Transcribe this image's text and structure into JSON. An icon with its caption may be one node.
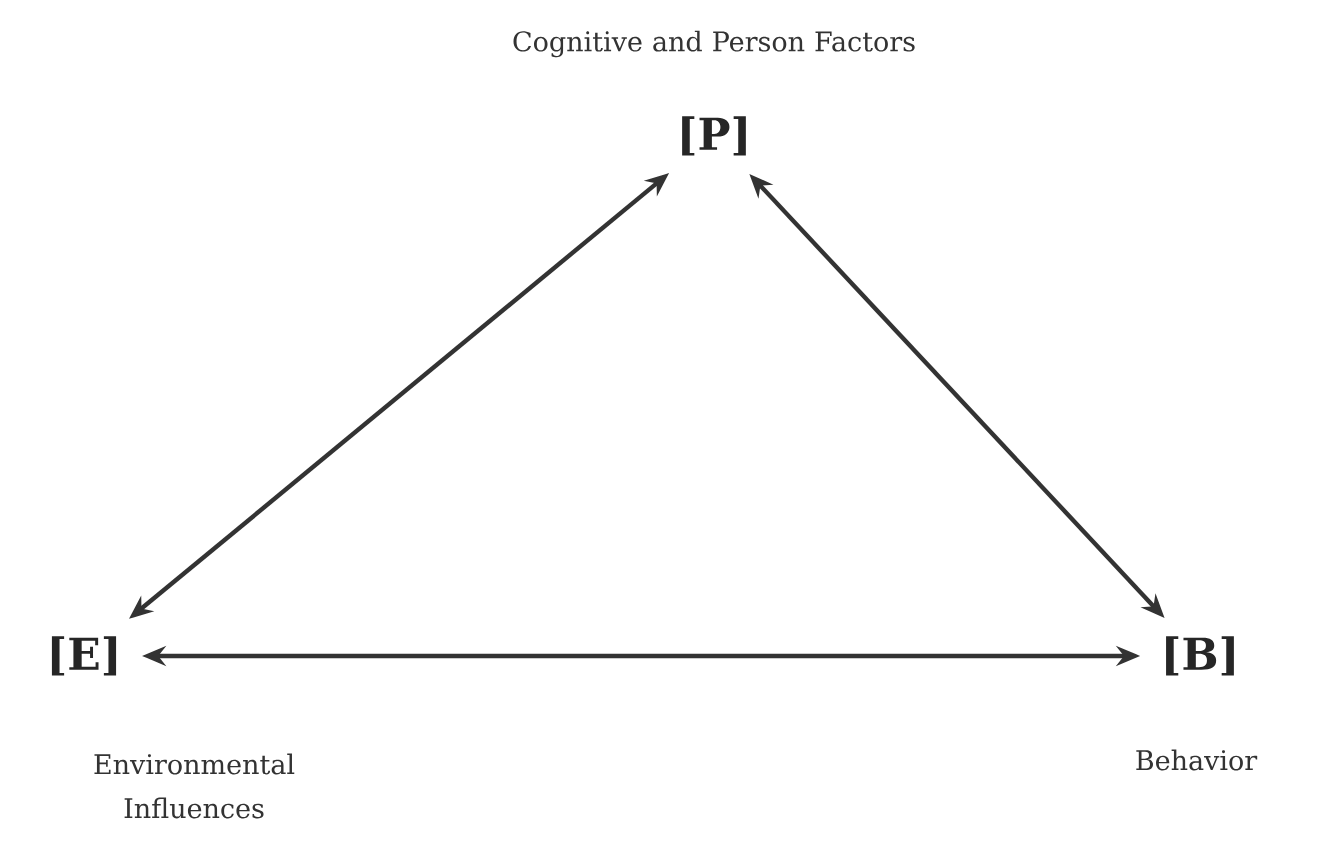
{
  "diagram": {
    "nodes": [
      {
        "text": [
          "[P]"
        ],
        "beside": [
          "Cognitive and Person Factors"
        ]
      },
      {
        "text": [
          "[E]"
        ],
        "beside": [
          "Environmental Influences"
        ]
      },
      {
        "text": [
          "[B]"
        ],
        "beside": [
          "Behavior"
        ]
      }
    ],
    "edges": [
      {
        "from": 0,
        "to": 1,
        "arrow": "both"
      },
      {
        "from": 0,
        "to": 2,
        "arrow": "both"
      },
      {
        "from": 1,
        "to": 2,
        "arrow": "both"
      }
    ]
  }
}
